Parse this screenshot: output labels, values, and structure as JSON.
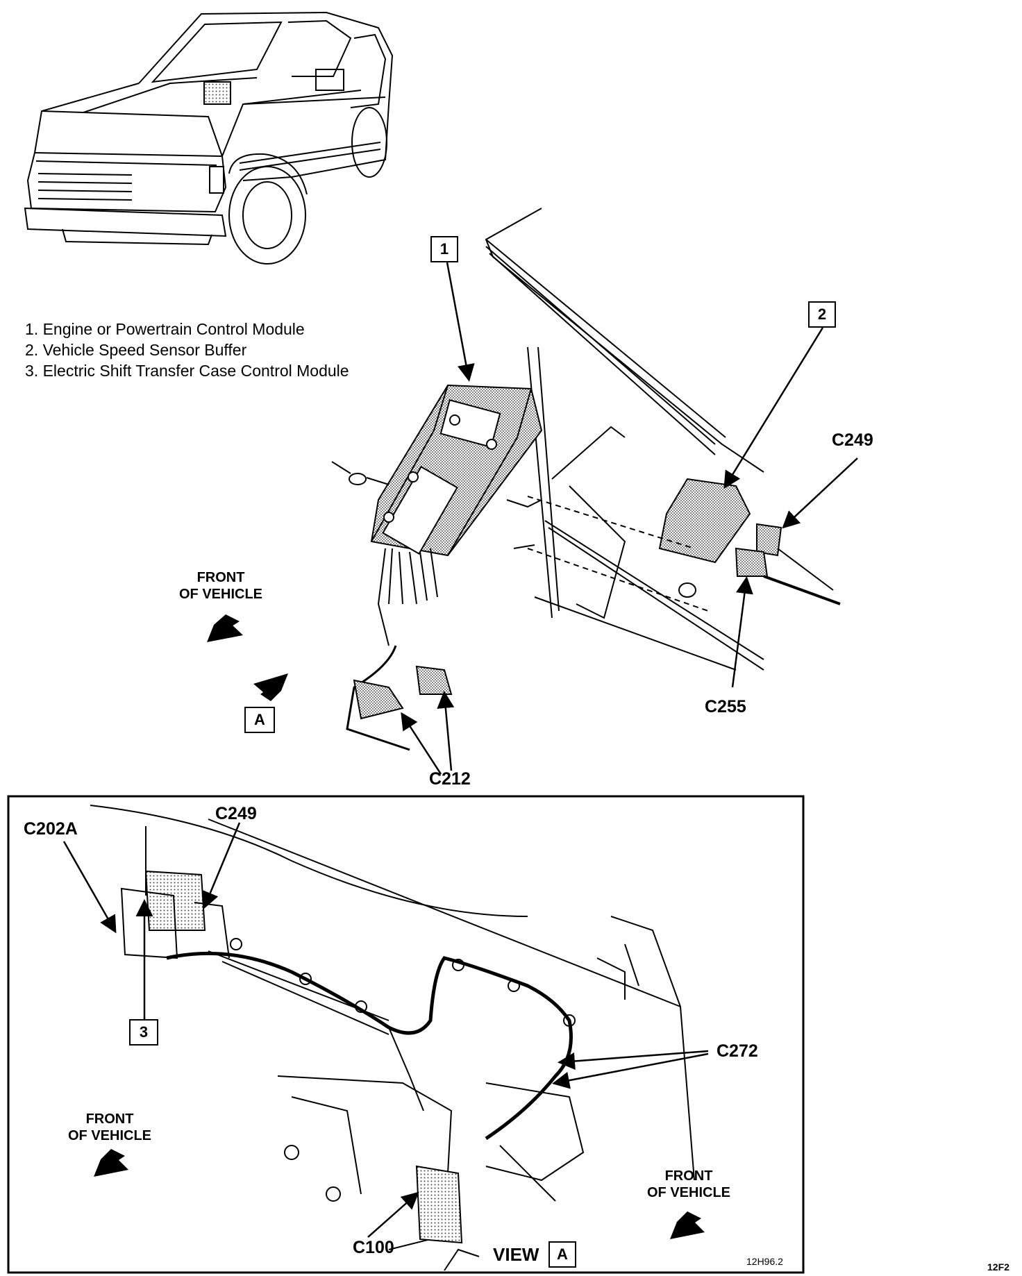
{
  "legend": [
    "1.  Engine or Powertrain Control Module",
    "2.  Vehicle Speed Sensor Buffer",
    "3.  Electric Shift Transfer Case Control Module"
  ],
  "callouts": {
    "c1": "1",
    "c2": "2",
    "c3": "3",
    "a_top": "A",
    "a_view": "A"
  },
  "connectors": {
    "c249_top": "C249",
    "c255": "C255",
    "c212": "C212",
    "c202a": "C202A",
    "c249_view": "C249",
    "c272": "C272",
    "c100": "C100"
  },
  "front_labels": {
    "top": [
      "FRONT",
      "OF VEHICLE"
    ],
    "view_left": [
      "FRONT",
      "OF VEHICLE"
    ],
    "view_right": [
      "FRONT",
      "OF VEHICLE"
    ]
  },
  "view_label": "VIEW",
  "figure_codes": {
    "inner": "12H96.2",
    "outer": "12F2"
  }
}
